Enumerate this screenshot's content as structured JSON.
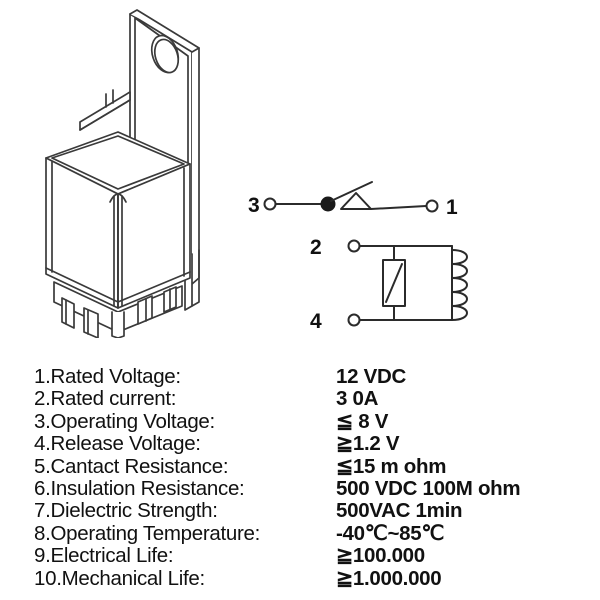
{
  "product": {
    "name": "automotive-relay",
    "description": "Isometric drawing of a sealed automotive relay with mounting bracket and blade terminals"
  },
  "schematic": {
    "title": "relay contact and coil schematic",
    "terminals": [
      {
        "id": "3",
        "label": "3",
        "position": "left-top",
        "role": "common"
      },
      {
        "id": "1",
        "label": "1",
        "position": "right-top",
        "role": "normally-open"
      },
      {
        "id": "2",
        "label": "2",
        "position": "left-middle",
        "role": "coil-positive"
      },
      {
        "id": "4",
        "label": "4",
        "position": "left-bottom",
        "role": "coil-negative"
      }
    ],
    "components": [
      {
        "name": "switch-arm",
        "type": "spst-contact"
      },
      {
        "name": "contact-triangle",
        "type": "contact-marker"
      },
      {
        "name": "resistor",
        "type": "parallel-resistor"
      },
      {
        "name": "coil",
        "type": "inductor",
        "turns": 5
      }
    ]
  },
  "specs": {
    "rows": [
      {
        "label": "1.Rated Voltage:",
        "value": "12 VDC"
      },
      {
        "label": "2.Rated current:",
        "value": "3 0A"
      },
      {
        "label": "3.Operating Voltage:",
        "value": "≦ 8 V"
      },
      {
        "label": "4.Release Voltage:",
        "value": "≧1.2 V"
      },
      {
        "label": "5.Cantact Resistance:",
        "value": "≦15 m ohm"
      },
      {
        "label": "6.Insulation Resistance:",
        "value": "500 VDC 100M ohm"
      },
      {
        "label": "7.Dielectric Strength:",
        "value": "500VAC 1min"
      },
      {
        "label": "8.Operating Temperature:",
        "value": "-40℃~85℃"
      },
      {
        "label": "9.Electrical Life:",
        "value": "≧100.000"
      },
      {
        "label": "10.Mechanical Life:",
        "value": "≧1.000.000"
      }
    ]
  },
  "colors": {
    "background": "#ffffff",
    "ink": "#111111",
    "line": "#3a3a3a",
    "fill_light": "#fdfdfd"
  }
}
